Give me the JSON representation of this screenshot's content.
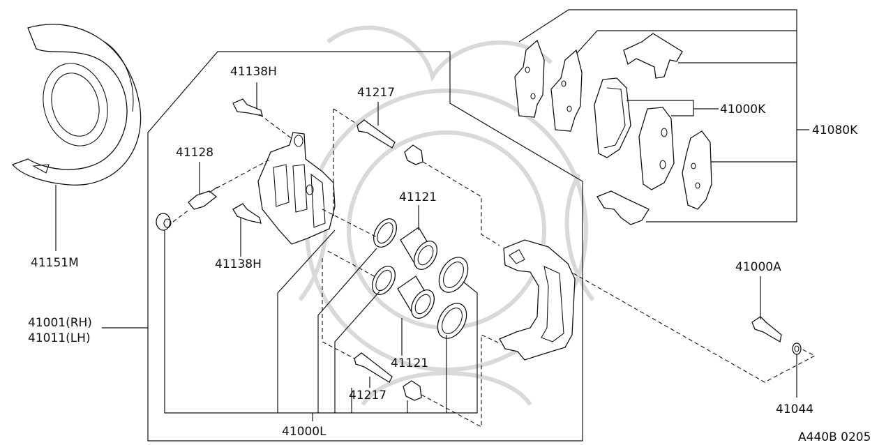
{
  "diagram": {
    "drawing_code": "A440B 0205",
    "labels": {
      "p41151M": "41151M",
      "p41138H_top": "41138H",
      "p41138H_bot": "41138H",
      "p41217_top": "41217",
      "p41217_bot": "41217",
      "p41128": "41128",
      "p41121_top": "41121",
      "p41121_bot": "41121",
      "p41001": "41001(RH)",
      "p41011": "41011(LH)",
      "p41000L": "41000L",
      "p41000K": "41000K",
      "p41080K": "41080K",
      "p41000A": "41000A",
      "p41044": "41044"
    }
  }
}
